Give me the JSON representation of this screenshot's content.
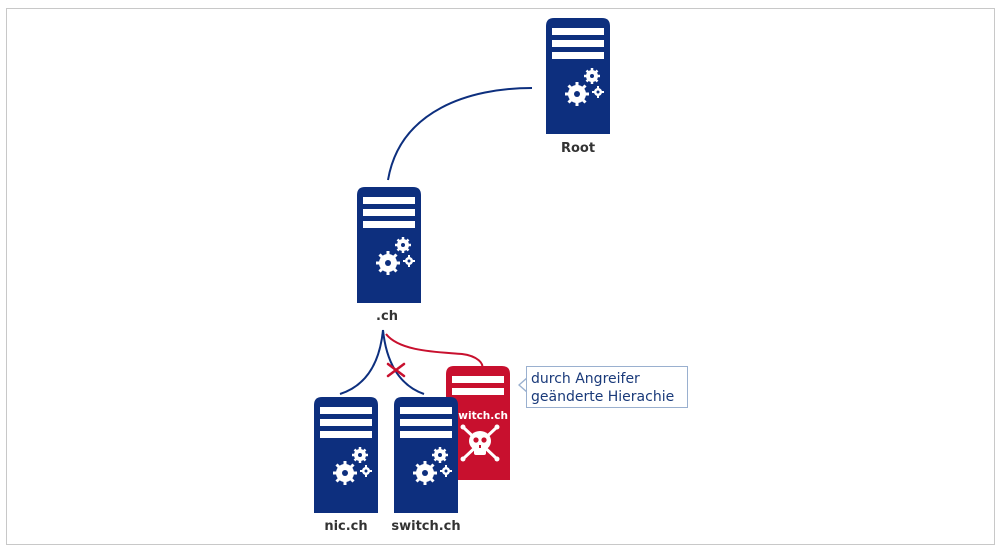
{
  "nodes": {
    "root": {
      "label": "Root"
    },
    "ch": {
      "label": ".ch"
    },
    "nic": {
      "label": "nic.ch"
    },
    "switch": {
      "label": "switch.ch"
    },
    "fake": {
      "label": "switch.ch"
    }
  },
  "callout": {
    "line1": "durch Angreifer",
    "line2": "geänderte Hierachie"
  },
  "colors": {
    "server": "#0d2f7e",
    "attacker": "#c8102e",
    "link": "#0d2f7e",
    "label": "#333333"
  },
  "icons": {
    "server": "server-gears-icon",
    "attacker": "skull-icon",
    "cut": "cross-icon"
  }
}
